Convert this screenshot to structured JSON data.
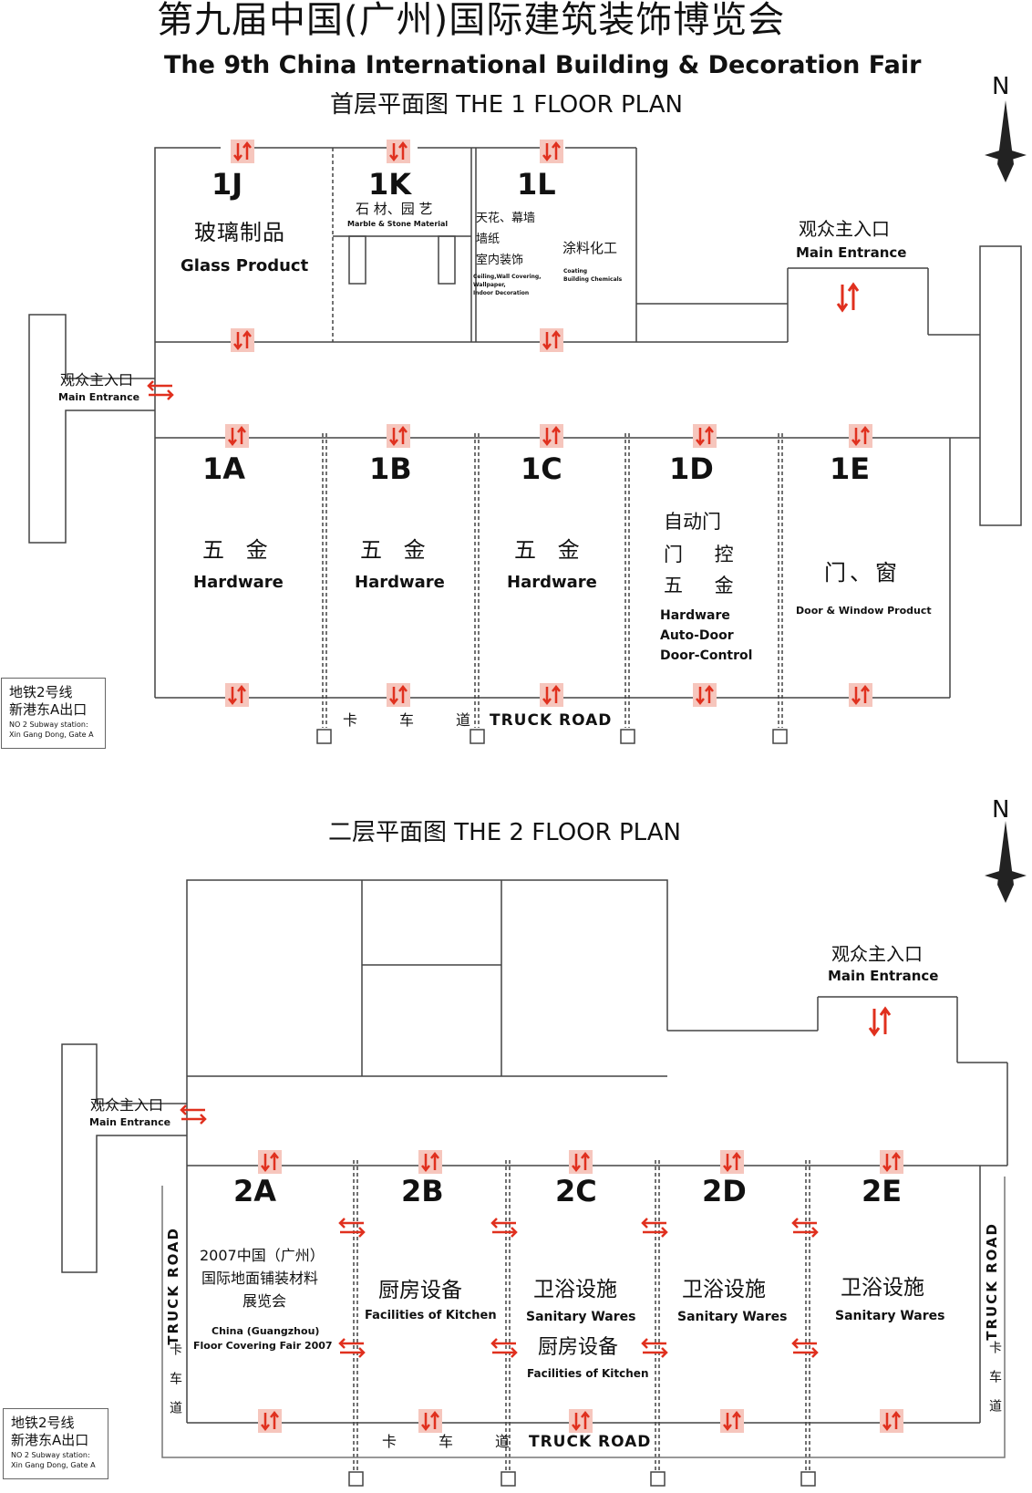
{
  "header": {
    "title_cn": "第九届中国(广州)国际建筑装饰博览会",
    "title_en": "The 9th China International Building & Decoration Fair"
  },
  "floor1": {
    "title": "首层平面图 THE 1 FLOOR PLAN",
    "halls": {
      "1J": {
        "code": "1J",
        "cn": "玻璃制品",
        "en": "Glass Product"
      },
      "1K": {
        "code": "1K",
        "cn": "石 材、园 艺",
        "en": "Marble & Stone Material"
      },
      "1L": {
        "code": "1L",
        "cn1": "天花、幕墙",
        "cn2": "墙纸",
        "cn3": "室内装饰",
        "en1": "Ceiling,Wall Covering,",
        "en2": "Wallpaper,",
        "en3": "Indoor Decoration",
        "cn4": "涂料化工",
        "en4": "Coating",
        "en5": "Building Chemicals"
      },
      "1A": {
        "code": "1A",
        "cn": "五 金",
        "en": "Hardware"
      },
      "1B": {
        "code": "1B",
        "cn": "五 金",
        "en": "Hardware"
      },
      "1C": {
        "code": "1C",
        "cn": "五 金",
        "en": "Hardware"
      },
      "1D": {
        "code": "1D",
        "cn1": "自动门",
        "cn2": "门 控",
        "cn3": "五 金",
        "en1": "Hardware",
        "en2": "Auto-Door",
        "en3": "Door-Control"
      },
      "1E": {
        "code": "1E",
        "cn": "门、窗",
        "en": "Door & Window Product"
      }
    },
    "main_entrance_right": {
      "cn": "观众主入口",
      "en": "Main Entrance"
    },
    "main_entrance_left": {
      "cn": "观众主入口",
      "en": "Main Entrance"
    },
    "subway": {
      "cn1": "地铁2号线",
      "cn2": "新港东A出口",
      "en1": "NO 2 Subway station:",
      "en2": "Xin Gang Dong, Gate A"
    },
    "road_cn": "卡车道",
    "road_en": "TRUCK ROAD",
    "north": "N"
  },
  "floor2": {
    "title": "二层平面图 THE 2 FLOOR PLAN",
    "halls": {
      "2A": {
        "code": "2A",
        "cn1": "2007中国（广州）",
        "cn2": "国际地面铺装材料",
        "cn3": "展览会",
        "en1": "China (Guangzhou)",
        "en2": "Floor Covering Fair 2007"
      },
      "2B": {
        "code": "2B",
        "cn": "厨房设备",
        "en": "Facilities of Kitchen"
      },
      "2C": {
        "code": "2C",
        "cn": "卫浴设施",
        "en": "Sanitary Wares",
        "cn2": "厨房设备",
        "en2": "Facilities of Kitchen"
      },
      "2D": {
        "code": "2D",
        "cn": "卫浴设施",
        "en": "Sanitary Wares"
      },
      "2E": {
        "code": "2E",
        "cn": "卫浴设施",
        "en": "Sanitary Wares"
      }
    },
    "main_entrance_right": {
      "cn": "观众主入口",
      "en": "Main Entrance"
    },
    "main_entrance_left": {
      "cn": "观众主入口",
      "en": "Main Entrance"
    },
    "subway": {
      "cn1": "地铁2号线",
      "cn2": "新港东A出口",
      "en1": "NO 2 Subway station:",
      "en2": "Xin Gang Dong, Gate A"
    },
    "road_cn": "卡车道",
    "road_en": "TRUCK ROAD",
    "side_road_en": "TRUCK ROAD",
    "side_road_cn": "卡车道",
    "north": "N"
  },
  "colors": {
    "arrow": "#e0301e",
    "arrow_bg": "#f6c6bd",
    "wall": "#444444"
  },
  "icons": [
    "escalator-icon",
    "entrance-arrow-icon",
    "north-arrow-icon",
    "pillar-icon"
  ]
}
